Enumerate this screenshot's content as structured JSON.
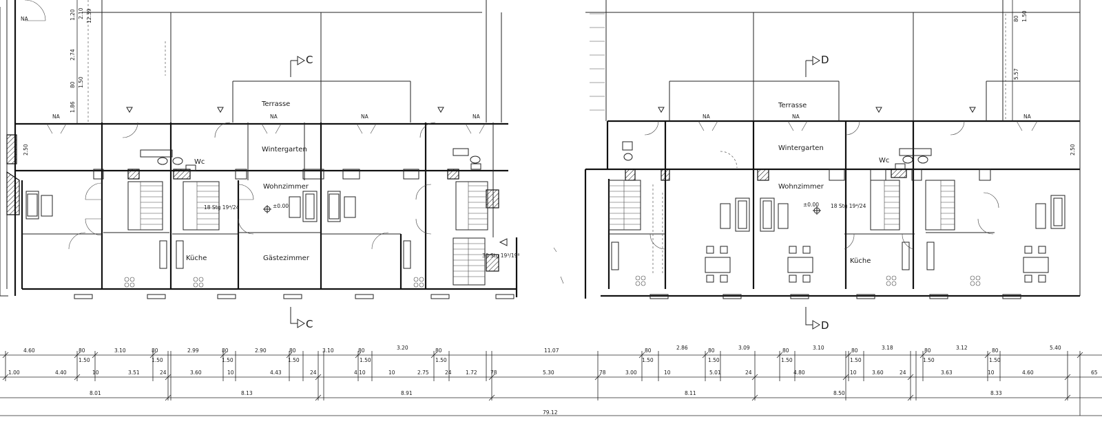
{
  "rooms": {
    "terrasse": "Terrasse",
    "wintergarten": "Wintergarten",
    "wohnzimmer": "Wohnzimmer",
    "kueche": "Küche",
    "gaestezimmer": "Gästezimmer",
    "wc": "Wc",
    "na": "NA"
  },
  "stairs": {
    "stg_a": "18 Stg 19⁴/24",
    "stg_b": "30 Stg 19³/19⁸",
    "stg_c": "18 Stg 19⁴/24"
  },
  "levels": {
    "zero": "±0.00"
  },
  "sections": {
    "c": "C",
    "d": "D"
  },
  "dims_vertical_left": [
    "1.20",
    "2.10",
    "12.39",
    "2.74",
    "80",
    "1.50",
    "1.86",
    "2.50"
  ],
  "dims_vertical_right": [
    "80",
    "1.50",
    "5.57",
    "2.50"
  ],
  "dims_row1": [
    "4.60",
    "80",
    "3.10",
    "80",
    "2.99",
    "80",
    "2.90",
    "80",
    "3.10",
    "80",
    "3.20",
    "80",
    "11.07",
    "80",
    "2.86",
    "80",
    "3.09",
    "80",
    "3.10",
    "80",
    "3.18",
    "80",
    "3.12",
    "80",
    "5.40"
  ],
  "dims_row1_sub": [
    "1.50",
    "1.50",
    "1.50",
    "1.50",
    "1.50",
    "1.50",
    "1.50",
    "1.50",
    "1.50",
    "1.50",
    "1.50",
    "1.50"
  ],
  "dims_row2": [
    "1.00",
    "4.40",
    "10",
    "3.51",
    "24",
    "3.60",
    "10",
    "4.43",
    "24",
    "4.10",
    "10",
    "2.75",
    "24",
    "1.72",
    "78",
    "5.30",
    "78",
    "3.00",
    "10",
    "5.01",
    "24",
    "4.80",
    "10",
    "3.60",
    "24",
    "3.63",
    "10",
    "4.60",
    "65"
  ],
  "dims_row3": [
    "8.01",
    "8.13",
    "8.91",
    "8.11",
    "8.50",
    "8.33"
  ],
  "dims_total": "79.12"
}
